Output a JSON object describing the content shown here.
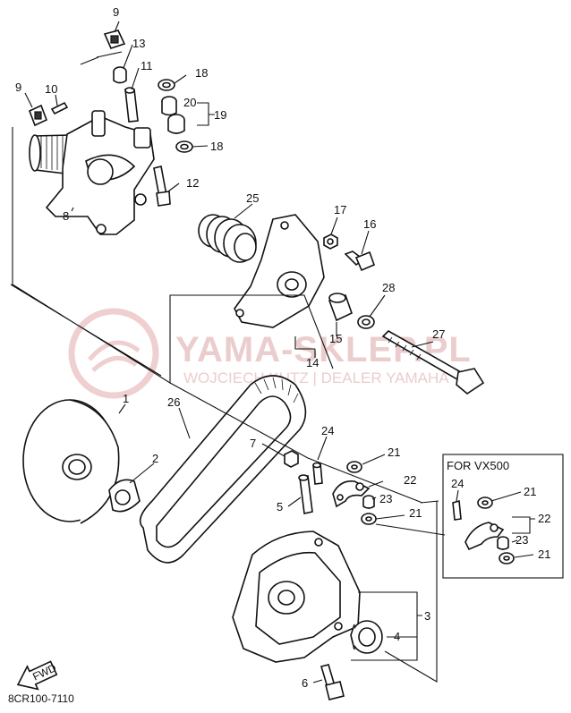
{
  "diagram": {
    "callouts": {
      "p1": "1",
      "p2": "2",
      "p3": "3",
      "p4": "4",
      "p5": "5",
      "p6": "6",
      "p7": "7",
      "p8": "8",
      "p9a": "9",
      "p9b": "9",
      "p10": "10",
      "p11": "11",
      "p12": "12",
      "p13": "13",
      "p14": "14",
      "p15": "15",
      "p16": "16",
      "p17": "17",
      "p18a": "18",
      "p18b": "18",
      "p19": "19",
      "p20": "20",
      "p21a": "21",
      "p21b": "21",
      "p22": "22",
      "p23": "23",
      "p24": "24",
      "p25": "25",
      "p26": "26",
      "p27": "27",
      "p28": "28",
      "box_p21a": "21",
      "box_p21b": "21",
      "box_p22": "22",
      "box_p23": "23",
      "box_p24": "24"
    },
    "inset_title": "FOR VX500",
    "fwd_label": "FWD",
    "drawing_code": "8CR100-7110"
  },
  "watermark": {
    "brand": "YAMA-SKLEP.PL",
    "subtitle": "WOJCIECH KUTZ | DEALER YAMAHA",
    "color": "#e9c8c8"
  }
}
